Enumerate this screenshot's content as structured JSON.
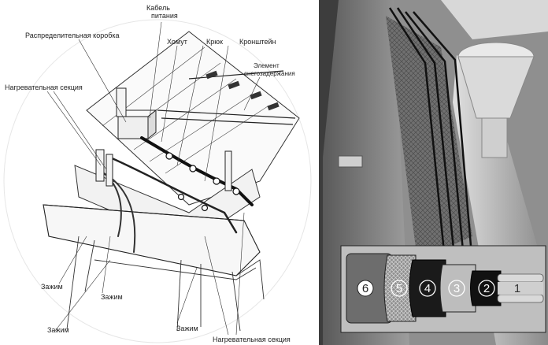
{
  "diagram": {
    "labels": {
      "power_cable": [
        "Кабель",
        "питания"
      ],
      "junction_box": "Распределительная коробка",
      "clamp_strap": "Хомут",
      "hook": "Крюк",
      "bracket": "Кронштейн",
      "fixing_element": [
        "Элемент",
        "снегозадержания"
      ],
      "heating_section_top": "Нагревательная секция",
      "clip_left": "Зажим",
      "clip_mid": "Зажим",
      "clip_bottom_left": "Зажим",
      "clip_bottom_mid": "Зажим",
      "heating_section_bottom": "Нагревательная секция"
    }
  },
  "photo": {
    "cable_layers": [
      "6",
      "5",
      "4",
      "3",
      "2",
      "1"
    ],
    "layer_colors": [
      "#6d6d6d",
      "#9a9a9a",
      "#1a1a1a",
      "#bdbdbd",
      "#111111",
      "#d9d9d9"
    ]
  }
}
